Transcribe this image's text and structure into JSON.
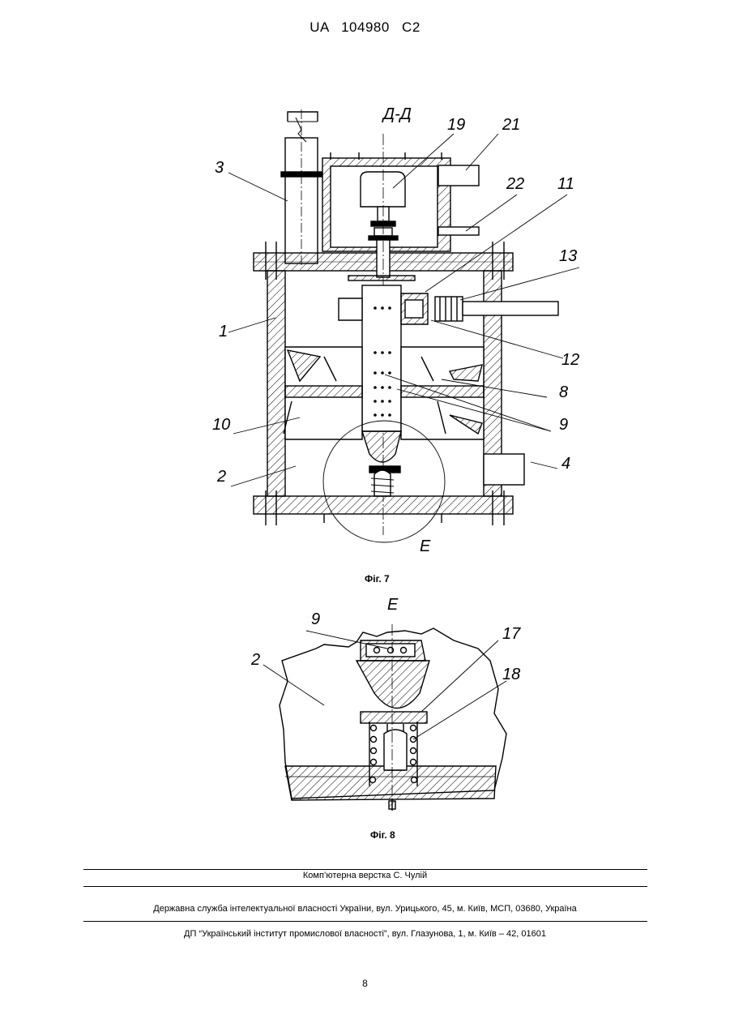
{
  "header": {
    "patent_number": "UA 104980 C2"
  },
  "figure7": {
    "section_title": "Д-Д",
    "caption": "Фіг. 7",
    "labels": [
      "1",
      "2",
      "3",
      "4",
      "8",
      "9",
      "10",
      "11",
      "12",
      "13",
      "19",
      "21",
      "22"
    ],
    "detail_marker": "Е"
  },
  "figure8": {
    "title": "Е",
    "caption": "Фіг. 8",
    "labels": [
      "2",
      "9",
      "17",
      "18"
    ]
  },
  "footer": {
    "layout_credit": "Комп’ютерна верстка С. Чулій",
    "agency": "Державна служба інтелектуальної власності України, вул. Урицького, 45, м. Київ, МСП, 03680, Україна",
    "institute": "ДП “Український інститут промислової власності”, вул. Глазунова, 1, м. Київ – 42, 01601"
  },
  "page_number": "8"
}
